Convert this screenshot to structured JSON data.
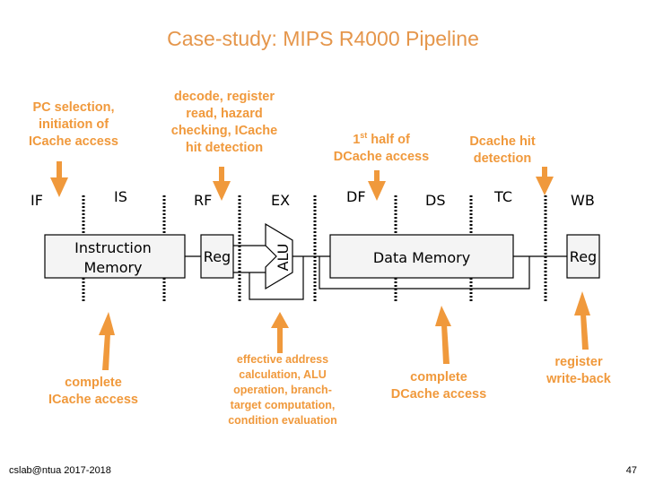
{
  "title": "Case-study: MIPS R4000 Pipeline",
  "accent_color": "#f0993c",
  "stages": [
    {
      "id": "IF",
      "label": "IF"
    },
    {
      "id": "IS",
      "label": "IS"
    },
    {
      "id": "RF",
      "label": "RF"
    },
    {
      "id": "EX",
      "label": "EX"
    },
    {
      "id": "DF",
      "label": "DF"
    },
    {
      "id": "DS",
      "label": "DS"
    },
    {
      "id": "TC",
      "label": "TC"
    },
    {
      "id": "WB",
      "label": "WB"
    }
  ],
  "components": {
    "instruction_memory": [
      "Instruction",
      "Memory"
    ],
    "reg_read": "Reg",
    "alu": "ALU",
    "data_memory": "Data Memory",
    "reg_write": "Reg"
  },
  "annotations": {
    "if_top": [
      "PC selection,",
      "initiation of",
      "ICache access"
    ],
    "rf_top": [
      "decode, register",
      "read, hazard",
      "checking, ICache",
      "hit detection"
    ],
    "df_top": {
      "sup_num": "1",
      "sup": "st",
      "line1_rest": " half of",
      "line2": "DCache access"
    },
    "tc_top": [
      "Dcache hit",
      "detection"
    ],
    "is_bottom": [
      "complete",
      "ICache access"
    ],
    "ex_bottom": [
      "effective address",
      "calculation, ALU",
      "operation, branch-",
      "target computation,",
      "condition evaluation"
    ],
    "ds_bottom": [
      "complete",
      "DCache access"
    ],
    "wb_bottom": [
      "register",
      "write-back"
    ]
  },
  "footer": {
    "left": "cslab@ntua 2017-2018",
    "page_number": "47"
  }
}
